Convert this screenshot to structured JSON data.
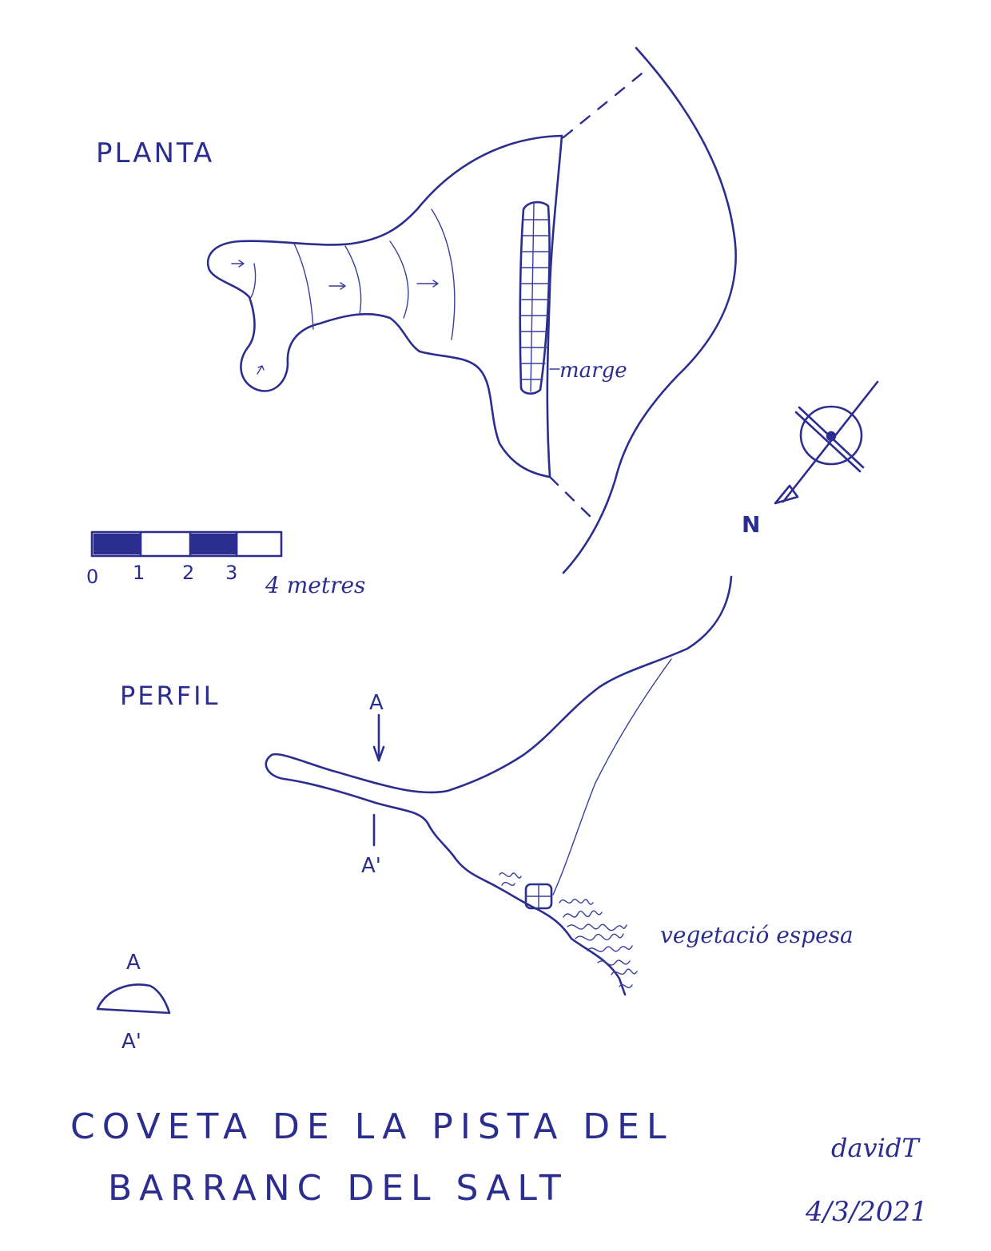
{
  "labels": {
    "planta": "PLANTA",
    "perfil": "PERFIL",
    "marge": "marge",
    "north": "N",
    "vegetation": "vegetació espesa",
    "section_a_top": "A",
    "section_a_bottom": "A'",
    "cross_section_top": "A",
    "cross_section_bottom": "A'"
  },
  "scale_bar": {
    "ticks": [
      "0",
      "1",
      "2",
      "3"
    ],
    "last": "4 metres"
  },
  "title": {
    "line1": "COVETA DE LA PISTA DEL",
    "line2": "BARRANC DEL SALT"
  },
  "signature": {
    "author": "davidT",
    "date": "4/3/2021"
  },
  "colors": {
    "ink": "#2b2e8f",
    "paper": "#ffffff"
  }
}
